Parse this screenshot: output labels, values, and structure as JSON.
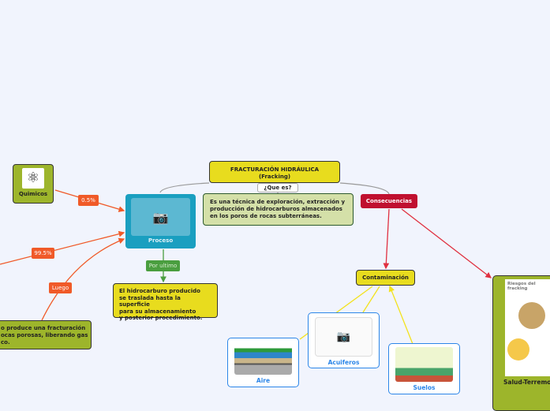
{
  "title": {
    "line1": "FRACTURACIÓN HIDRÁULICA",
    "line2": "(Fracking)"
  },
  "definition": "Es una técnica de exploración, extracción y producción de hidrocarburos almacenados en los poros de rocas subterráneas.",
  "que_es": "¿Que es?",
  "proceso": "Proceso",
  "quimicos": "Quimicos",
  "labels": {
    "p05": "0.5%",
    "p995": "99.5%",
    "luego": "Luego",
    "por_ultimo": "Por ultimo"
  },
  "hidrocarburo": [
    "El hidrocarburo producido",
    "se traslada hasta la superficie",
    "para su almacenamiento",
    "y posterior procedimiento."
  ],
  "fracturacion": [
    "o produce una fracturación",
    "ocas porosas, liberando gas",
    "co."
  ],
  "consecuencias": "Consecuencias",
  "contaminacion": "Contaminación",
  "acuiferos": "Acuiferos",
  "aire": "Aire",
  "suelos": "Suelos",
  "salud": "Salud-Terremotos",
  "salud_image_title": "Riesgos del fracking"
}
